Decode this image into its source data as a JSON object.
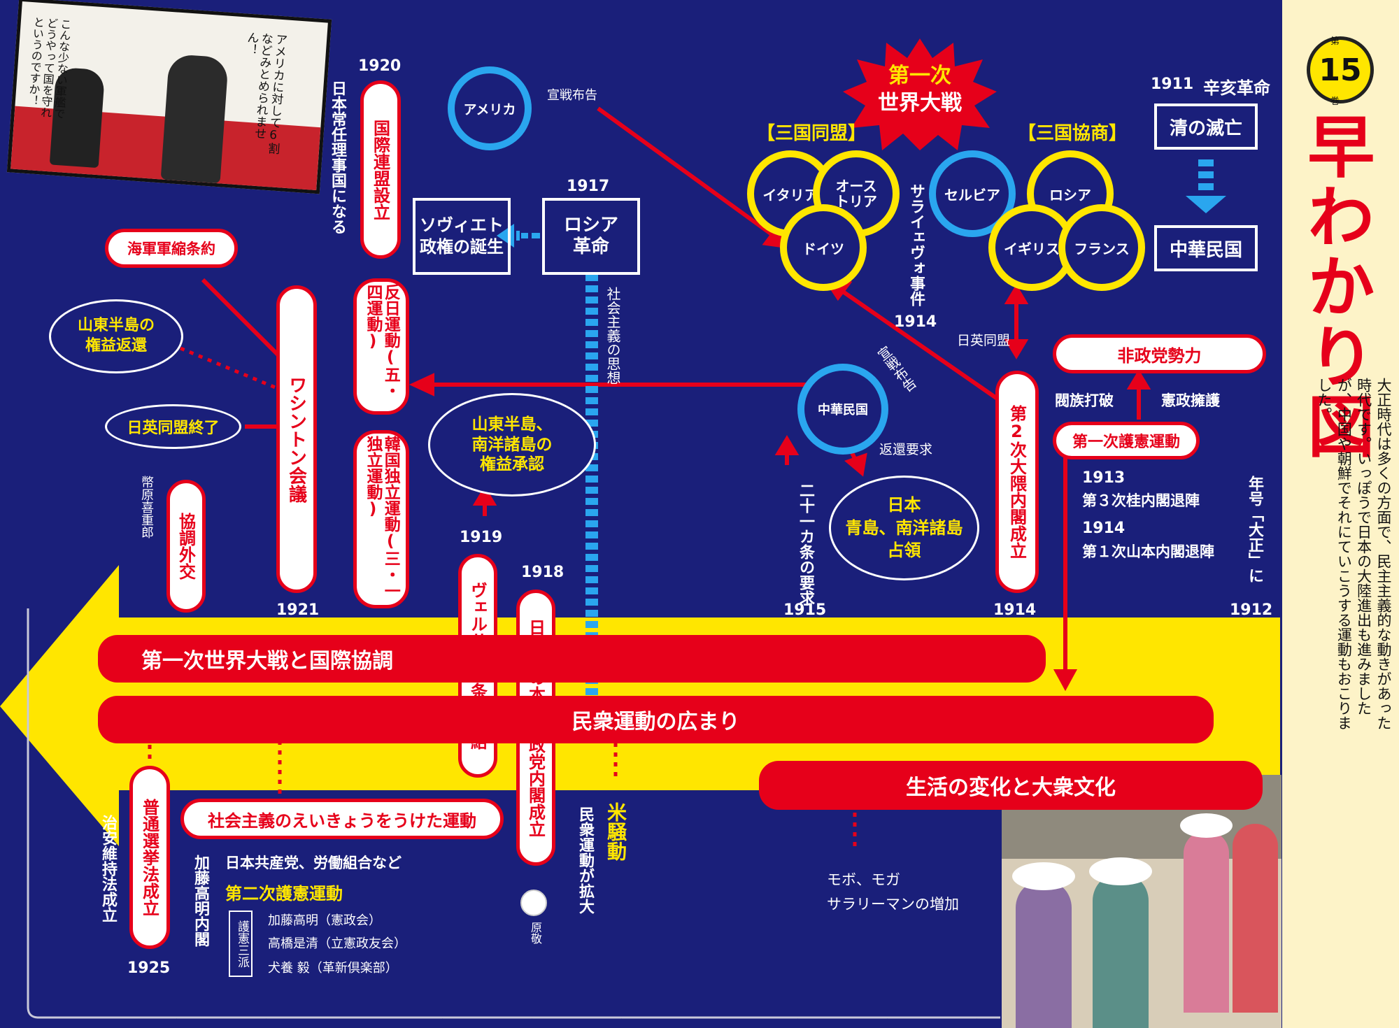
{
  "side": {
    "vol_pre": "第",
    "vol": "15",
    "vol_post": "巻",
    "title": "早わかり図",
    "desc": "大正時代は多くの方面で、民主主義的な動きがあった時代です。いっぽうで日本の大陸進出も進みましたが、中国や朝鮮でそれにていこうする運動もおこりました。"
  },
  "manga_top": {
    "line1": "アメリカに対して6割などみとめられません！",
    "line2": "こんな少ない軍艦でどうやって国を守れというのですか！"
  },
  "years": {
    "y1911": "1911",
    "y1912": "1912",
    "y1913": "1913",
    "y1914a": "1914",
    "y1914b": "1914",
    "y1914c": "1914",
    "y1915": "1915",
    "y1917": "1917",
    "y1918": "1918",
    "y1919": "1919",
    "y1920": "1920",
    "y1921": "1921",
    "y1925": "1925"
  },
  "ww1": {
    "line1": "第一次",
    "line2": "世界大戦"
  },
  "alliances": {
    "triple_alliance": "【三国同盟】",
    "triple_entente": "【三国協商】",
    "italy": "イタリア",
    "austria": "オーストリア",
    "germany": "ドイツ",
    "serbia": "セルビア",
    "russia": "ロシア",
    "britain": "イギリス",
    "france": "フランス"
  },
  "labels": {
    "shingai": "辛亥革命",
    "qing_fall": "清の滅亡",
    "roc": "中華民国",
    "america": "アメリカ",
    "declare_war": "宣戦布告",
    "sarajevo": "サライェヴォ事件",
    "declare_war2": "宣戦布告",
    "anglo_japanese": "日英同盟",
    "soviet_l1": "ソヴィエト",
    "soviet_l2": "政権の誕生",
    "russia_rev_l1": "ロシア",
    "russia_rev_l2": "革命",
    "socialism_thought": "社会主義の思想",
    "league": "国際連盟設立",
    "permanent": "日本常任理事国になる",
    "may4": "反日運動(五・四運動)",
    "march1": "韓国独立運動(三・一独立運動)",
    "shandong_l1": "山東半島、",
    "shandong_l2": "南洋諸島の",
    "shandong_l3": "権益承認",
    "china_roc": "中華民国",
    "return_demand": "返還要求",
    "twentyone": "二十一カ条の要求",
    "japan_occ_l1": "日本",
    "japan_occ_l2": "青島、南洋諸島",
    "japan_occ_l3": "占領",
    "okuma": "第2次大隈内閣成立",
    "non_party": "非政党勢力",
    "clan_break": "閥族打破",
    "const_protect": "憲政擁護",
    "first_goken": "第一次護憲運動",
    "katsura": "第３次桂内閣退陣",
    "yamamoto": "第１次山本内閣退陣",
    "era_name": "年号「大正」に",
    "naval": "海軍軍縮条約",
    "shandong_return_l1": "山東半島の",
    "shandong_return_l2": "権益返還",
    "anglo_end": "日英同盟終了",
    "washington": "ワシントン会議",
    "shidehara": "幣原喜重郎",
    "kyocho": "協調外交",
    "versailles": "ヴェルサイユ条約締結",
    "hara_cabinet": "日本初の本格的政党内閣成立",
    "rice_riots": "米騒動",
    "minshu_expand": "民衆運動が拡大",
    "hara": "原敬",
    "socialist_movement": "社会主義のえいきょうをうけた運動",
    "communist": "日本共産党、労働組合など",
    "second_goken": "第二次護憲運動",
    "kato_l1": "加藤高明（憲政会）",
    "kato_l2": "高橋是清（立憲政友会）",
    "kato_l3": "犬養 毅（革新倶楽部）",
    "goken_sanpa": "護憲三派",
    "kato_cabinet": "加藤高明内閣",
    "universal": "普通選挙法成立",
    "peace_pres": "治安維持法成立",
    "mobo": "モボ、モガ",
    "salaryman": "サラリーマンの増加"
  },
  "bars": {
    "bar1": "第一次世界大戦と国際協調",
    "bar2": "民衆運動の広まり",
    "bar3": "生活の変化と大衆文化"
  },
  "colors": {
    "background": "#1a1f7a",
    "red": "#e6001a",
    "yellow": "#ffe600",
    "blue": "#2aa6ef",
    "cream": "#fdf3c8"
  }
}
